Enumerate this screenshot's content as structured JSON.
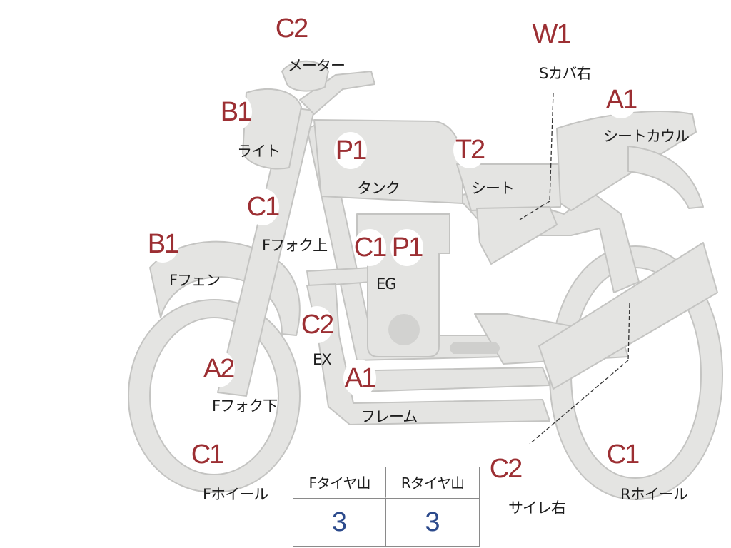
{
  "parts": [
    {
      "grade": "C2",
      "label": "メーター"
    },
    {
      "grade": "B1",
      "label": "ライト"
    },
    {
      "grade": "P1",
      "label": "タンク"
    },
    {
      "grade": "T2",
      "label": "シート"
    },
    {
      "grade": "W1",
      "label": "Sカバ右"
    },
    {
      "grade": "A1",
      "label": "シートカウル"
    },
    {
      "grade": "C1",
      "label": "Fフォク上"
    },
    {
      "grade": "B1",
      "label": "Fフェン"
    },
    {
      "grade": "C1",
      "label": ""
    },
    {
      "grade": "P1",
      "label": "EG"
    },
    {
      "grade": "C2",
      "label": "EX"
    },
    {
      "grade": "A2",
      "label": "Fフォク下"
    },
    {
      "grade": "A1",
      "label": "フレーム"
    },
    {
      "grade": "C1",
      "label": "Fホイール"
    },
    {
      "grade": "C2",
      "label": "サイレ右"
    },
    {
      "grade": "C1",
      "label": "Rホイール"
    }
  ],
  "tire_table": {
    "headers": [
      "Fタイヤ山",
      "Rタイヤ山"
    ],
    "values": [
      "3",
      "3"
    ]
  },
  "colors": {
    "grade_text": "#9c2f33",
    "value_text": "#2c4a8c",
    "bike_fill": "#e4e4e2",
    "bike_stroke": "#c4c4c2"
  }
}
